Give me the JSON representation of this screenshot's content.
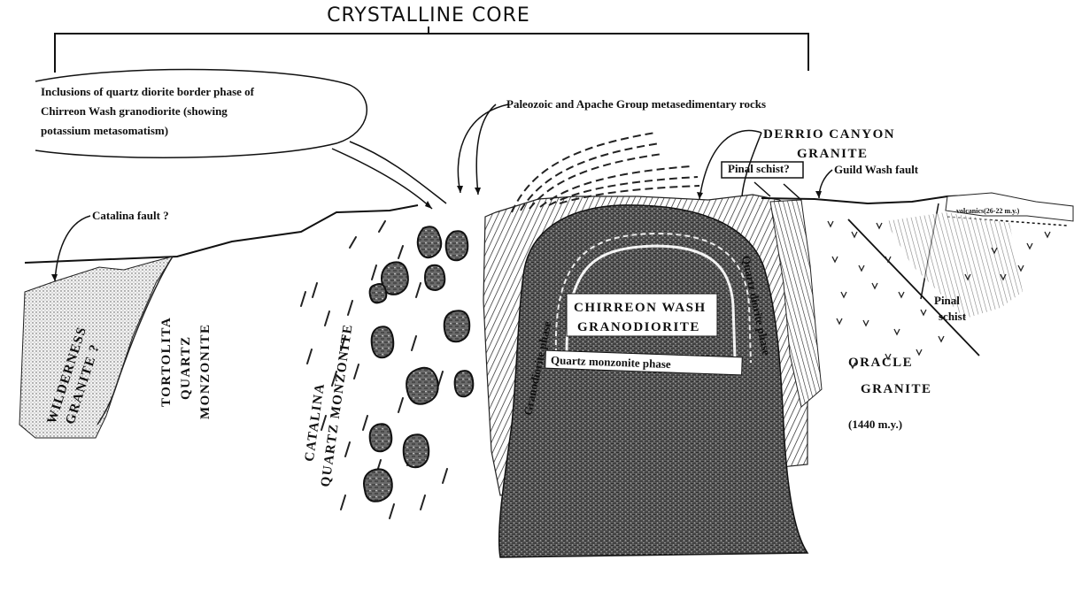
{
  "header": "CRYSTALLINE CORE",
  "labels": {
    "inclusions": [
      "Inclusions of quartz diorite border phase of",
      "Chirreon Wash granodiorite (showing",
      "potassium metasomatism)"
    ],
    "paleozoic": "Paleozoic and Apache Group metasedimentary rocks",
    "derrio": [
      "DERRIO CANYON",
      "GRANITE"
    ],
    "pinal_schist_q": "Pinal schist?",
    "guild_wash": "Guild Wash fault",
    "volcanics": "volcanics(26-22 m.y.)",
    "catalina_fault": "Catalina fault ?",
    "wilderness": [
      "WILDERNESS",
      "GRANITE ?"
    ],
    "tortolita": [
      "TORTOLITA",
      "QUARTZ",
      "MONZONITE"
    ],
    "catalina_qm": [
      "CATALINA",
      "QUARTZ  MONZONITE"
    ],
    "chirreon": [
      "CHIRREON  WASH",
      "GRANODIORITE"
    ],
    "granodiorite_phase": "Granodiorite phase",
    "quartz_diorite_phase": "Quartz diorite phase",
    "quartz_monzonite_phase": "Quartz monzonite phase",
    "oracle": [
      "ORACLE",
      "GRANITE",
      "(1440 m.y.)"
    ],
    "pinal_schist": [
      "Pinal",
      "schist"
    ]
  }
}
